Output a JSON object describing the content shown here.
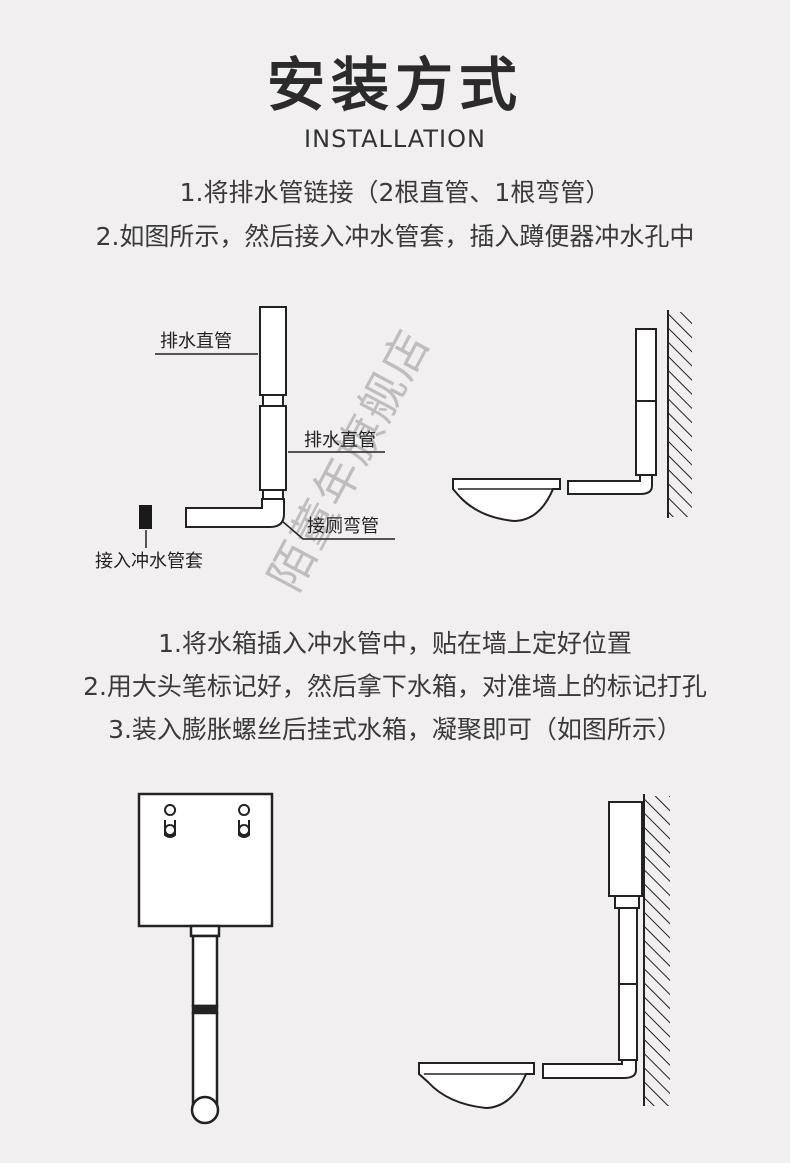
{
  "header": {
    "title": "安装方式",
    "subtitle": "INSTALLATION"
  },
  "section1": {
    "steps": [
      "1.将排水管链接（2根直管、1根弯管）",
      "2.如图所示，然后接入冲水管套，插入蹲便器冲水孔中"
    ],
    "labels": {
      "straight_pipe_1": "排水直管",
      "straight_pipe_2": "排水直管",
      "elbow_pipe": "接厕弯管",
      "flush_sleeve": "接入冲水管套"
    }
  },
  "section2": {
    "steps": [
      "1.将水箱插入冲水管中，贴在墙上定好位置",
      "2.用大头笔标记好，然后拿下水箱，对准墙上的标记打孔",
      "3.装入膨胀螺丝后挂式水箱，凝聚即可（如图所示）"
    ]
  },
  "watermark": "陌董年旗舰店"
}
